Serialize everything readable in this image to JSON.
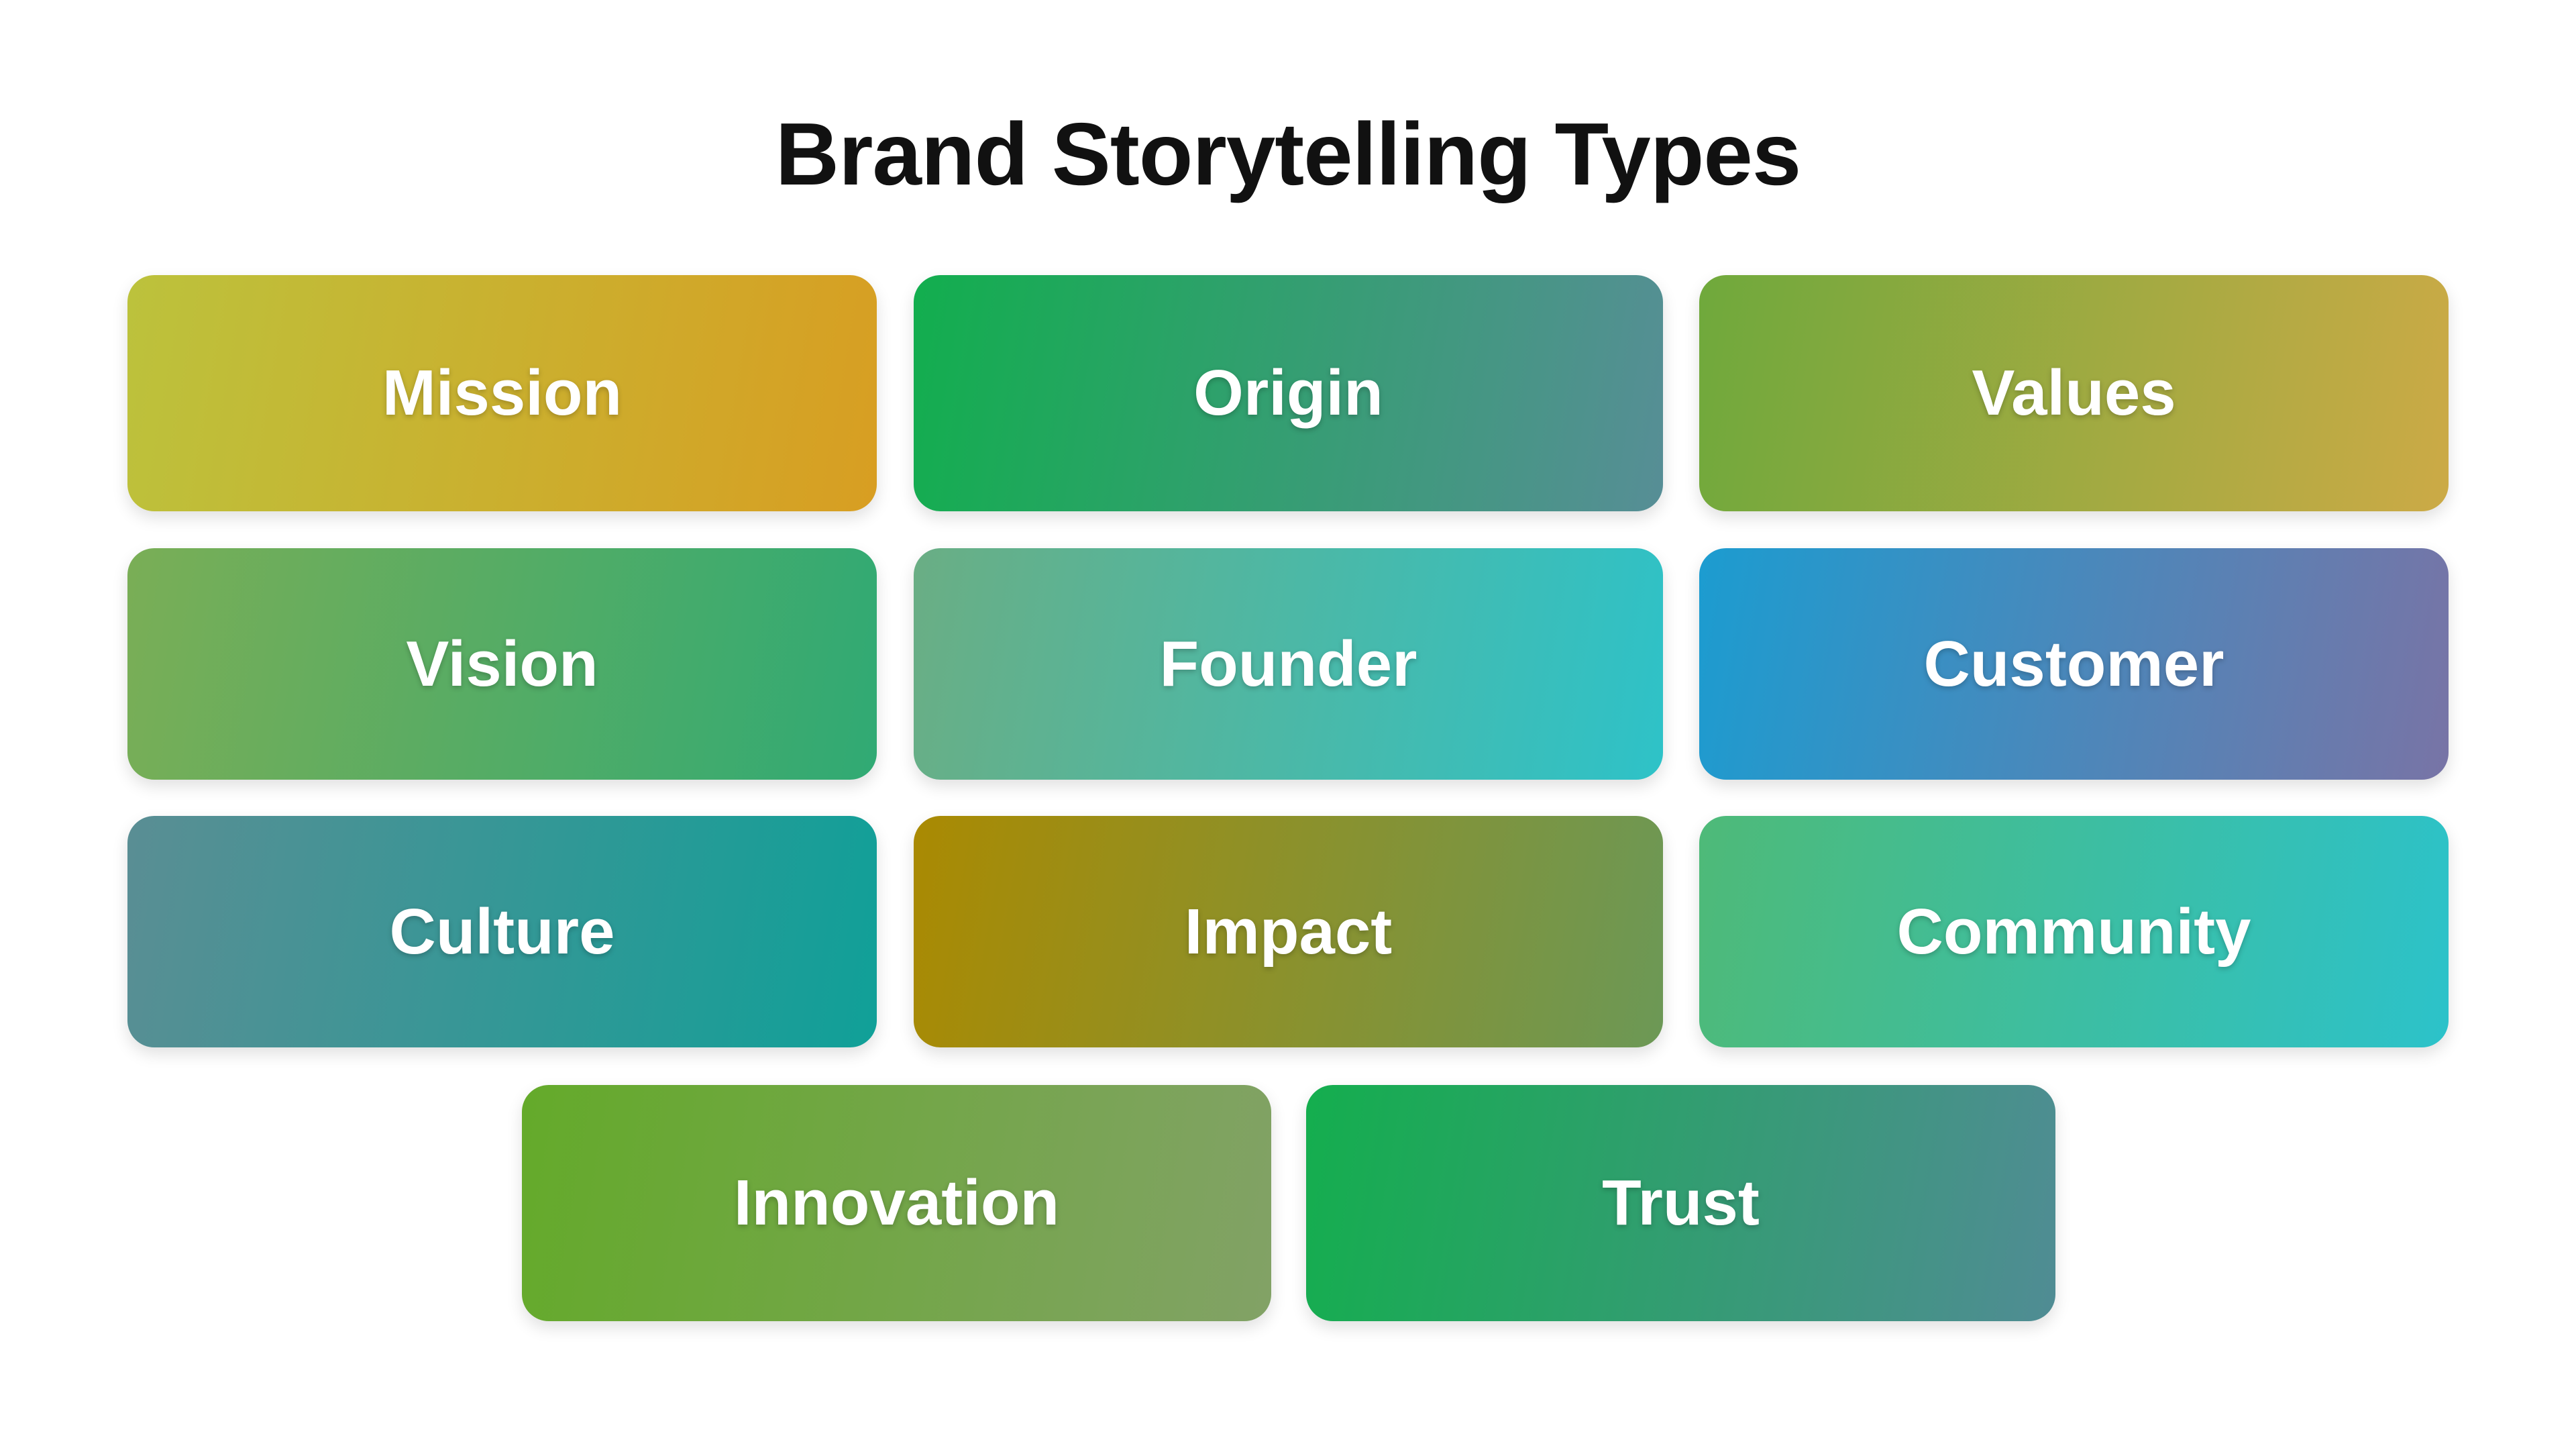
{
  "diagram": {
    "title": "Brand Storytelling Types",
    "cards": [
      {
        "label": "Mission",
        "colors": [
          "#BCC23C",
          "#D89E22"
        ]
      },
      {
        "label": "Origin",
        "colors": [
          "#12AE4E",
          "#578E96"
        ]
      },
      {
        "label": "Values",
        "colors": [
          "#6FA93C",
          "#CCAA46"
        ]
      },
      {
        "label": "Vision",
        "colors": [
          "#7AAE56",
          "#30AA74"
        ]
      },
      {
        "label": "Founder",
        "colors": [
          "#6AAE84",
          "#2EC2C8"
        ]
      },
      {
        "label": "Customer",
        "colors": [
          "#1C9CD0",
          "#7874A6"
        ]
      },
      {
        "label": "Culture",
        "colors": [
          "#5A8E94",
          "#10A098"
        ]
      },
      {
        "label": "Impact",
        "colors": [
          "#AA8A02",
          "#6C9856"
        ]
      },
      {
        "label": "Community",
        "colors": [
          "#4EBA78",
          "#2CC2CA"
        ]
      },
      {
        "label": "Innovation",
        "colors": [
          "#64AA2A",
          "#82A266"
        ]
      },
      {
        "label": "Trust",
        "colors": [
          "#14AE4E",
          "#508C94"
        ]
      }
    ]
  }
}
